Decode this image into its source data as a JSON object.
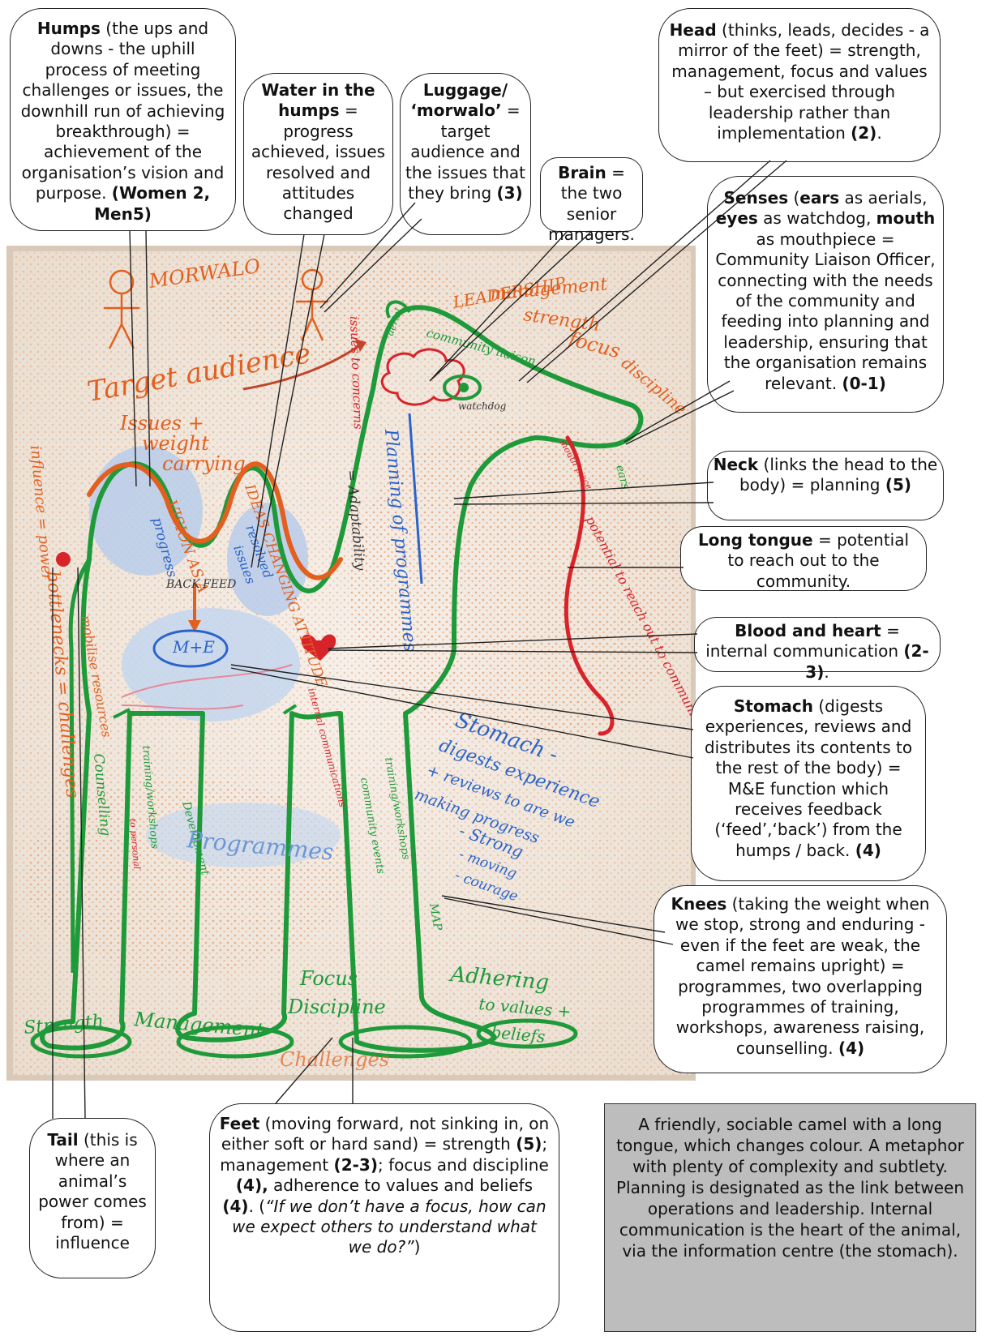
{
  "callouts": {
    "humps": {
      "term": "Humps",
      "body": " (the ups and downs - the uphill process of meeting challenges or issues, the downhill run of achieving breakthrough) = achievement of the organisation’s vision and purpose. ",
      "score": "(Women 2, Men5)"
    },
    "water": {
      "term": "Water in the humps",
      "body": " = progress achieved, issues resolved and attitudes changed"
    },
    "luggage": {
      "term": "Luggage/ ‘morwalo’",
      "body": " = target audience and the issues that they bring ",
      "score": "(3)"
    },
    "brain": {
      "term": "Brain",
      "body": " = the two senior managers."
    },
    "head": {
      "term": "Head",
      "body": " (thinks, leads, decides - a mirror of the feet) = strength, management, focus and values – but exercised through leadership rather than implementation ",
      "score": "(2)",
      "tail": "."
    },
    "senses": {
      "t1": "Senses",
      "b1": " (",
      "t2": "ears",
      "b2": " as aerials, ",
      "t3": "eyes",
      "b3": " as watchdog, ",
      "t4": "mouth",
      "b4": " as mouthpiece = Community Liaison Officer, connecting with the needs of the community and feeding into planning and leadership, ensuring that the organisation remains relevant. ",
      "score": "(0-1)"
    },
    "neck": {
      "term": "Neck",
      "body": " (links the  head to the body) =  planning ",
      "score": "(5)"
    },
    "tongue": {
      "term": "Long tongue",
      "body": " = potential to reach out to the community."
    },
    "blood": {
      "term": "Blood and heart",
      "body": " = internal communication ",
      "score": "(2-3)",
      "tail": "."
    },
    "stomach": {
      "term": "Stomach",
      "body": " (digests experiences, reviews and distributes its contents to the rest of the body) = M&E function which receives feedback (‘feed’,‘back’) from the humps / back. ",
      "score": "(4)"
    },
    "knees": {
      "term": "Knees",
      "body": " (taking the weight when we stop, strong and enduring - even if the feet are weak, the camel remains upright) = programmes, two overlapping programmes of training, workshops, awareness raising, counselling. ",
      "score": "(4)"
    },
    "tail": {
      "term": "Tail",
      "body": " (this is where an animal’s power comes from) = influence"
    },
    "feet": {
      "term": "Feet",
      "b1": " (moving forward, not sinking in, on either soft or hard sand) = strength ",
      "s1": "(5)",
      "b2": "; management ",
      "s2": "(2-3)",
      "b3": "; focus and discipline ",
      "s3": "(4),",
      "b4": " adherence to values and beliefs ",
      "s4": "(4)",
      "b5": ". (",
      "quote": "“If we don’t have a focus, how can we expect others to understand what we do?”",
      "b6": ")"
    }
  },
  "summary": "A friendly, sociable camel with a long tongue, which changes colour. A metaphor with plenty of complexity and subtlety. Planning is designated as the link between operations and leadership. Internal communication is the heart of the animal, via the information centre (the stomach).",
  "drawing_labels": {
    "morwalo": "MORWALO",
    "target": "Target audience",
    "issues": "Issues +",
    "weight": "weight",
    "carrying": "carrying",
    "vision": "VISION AS A",
    "ideas": "IDEAS-CHANGING ATTITUDE",
    "progress": "progress",
    "resolved": "resolved",
    "resolved_issues": "issues",
    "feed": "FEED",
    "back": "BACK",
    "me": "M+E",
    "adaptability": "= Adaptability",
    "issues_concerns": "issues to concerns",
    "planning": "Planning of programmes",
    "leadership": "LEADERSHIP",
    "management_head": "management",
    "strength_head": "strength",
    "focus_head": "focus",
    "discipline_head": "discipline",
    "community_liaison": "community liaison",
    "aerial": "aerial",
    "watchdog": "watchdog",
    "mouth_piece": "mouth piece",
    "ears": "ears",
    "potential": "potential to reach out to community",
    "influence": "influence = power",
    "bottlenecks": "bottlenecks = challenges",
    "mobilise": "mobilise resources",
    "counselling": "Counselling",
    "training": "training/workshops",
    "development": "Development",
    "programmes": "Programmes",
    "community_events": "community events",
    "training2": "training/workshops",
    "map": "MAP",
    "internal_comm": "internal communications",
    "stomach_txt1": "Stomach -",
    "stomach_txt2": "digests experience",
    "stomach_txt3": "+ reviews to are we",
    "stomach_txt4": "making progress",
    "strong": "- Strong",
    "moving": "- moving",
    "courage": "- courage",
    "strength_feet": "Strength",
    "management_feet": "Management",
    "focus_feet": "Focus",
    "discipline_feet": "Discipline",
    "adhering": "Adhering",
    "to_values": "to values +",
    "beliefs": "beliefs",
    "challenges": "Challenges",
    "to_personal": "to personal"
  },
  "colors": {
    "orange": "#e2601f",
    "green": "#1e9a3a",
    "blue": "#2a63c9",
    "red": "#d8232a",
    "paper": "#f3ece5",
    "dots": "#e79a63"
  }
}
